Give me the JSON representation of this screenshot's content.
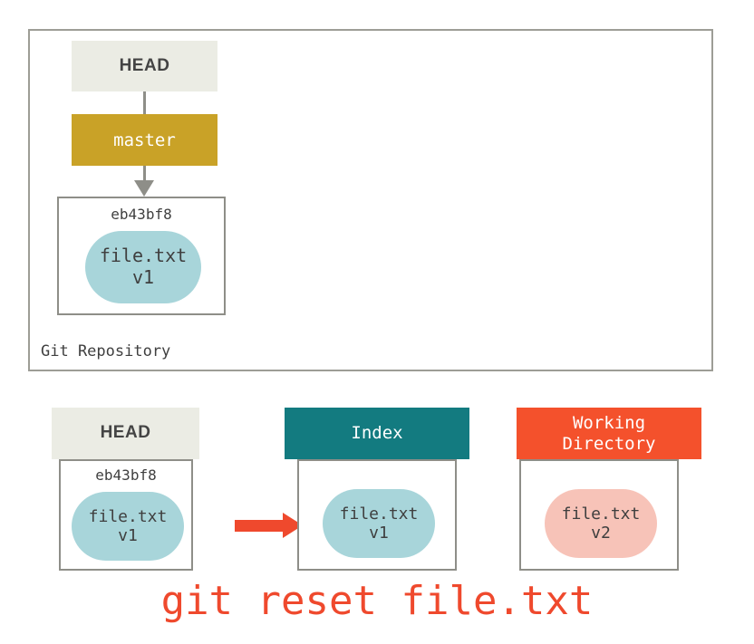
{
  "diagram": {
    "title": "git reset file.txt",
    "caption": "git reset file.txt",
    "colors": {
      "head_chip": "#ebece4",
      "branch_master": "#c9a227",
      "index_header": "#137b80",
      "working_header": "#f4512c",
      "blob_teal": "#a8d5da",
      "blob_pink": "#f7c3b8",
      "arrow_red": "#ef492d",
      "border_gray": "#8e8e88",
      "text_dark": "#3f3f3f"
    }
  },
  "repository": {
    "label": "Git Repository",
    "head_pointer": "HEAD",
    "branch": "master",
    "commit": {
      "sha": "eb43bf8",
      "file_name": "file.txt",
      "file_version": "v1"
    }
  },
  "areas": [
    {
      "key": "head",
      "header": "HEAD",
      "header_line1": "HEAD",
      "header_line2": "",
      "sha": "eb43bf8",
      "file_name": "file.txt",
      "file_version": "v1",
      "blob_color": "teal"
    },
    {
      "key": "index",
      "header": "Index",
      "header_line1": "Index",
      "header_line2": "",
      "sha": "",
      "file_name": "file.txt",
      "file_version": "v1",
      "blob_color": "teal"
    },
    {
      "key": "working",
      "header": "Working Directory",
      "header_line1": "Working",
      "header_line2": "Directory",
      "sha": "",
      "file_name": "file.txt",
      "file_version": "v2",
      "blob_color": "pink"
    }
  ],
  "arrows": {
    "head_to_master": "vertical-down",
    "master_to_commit": "vertical-down-arrowhead",
    "head_to_index": "horizontal-right-red"
  }
}
